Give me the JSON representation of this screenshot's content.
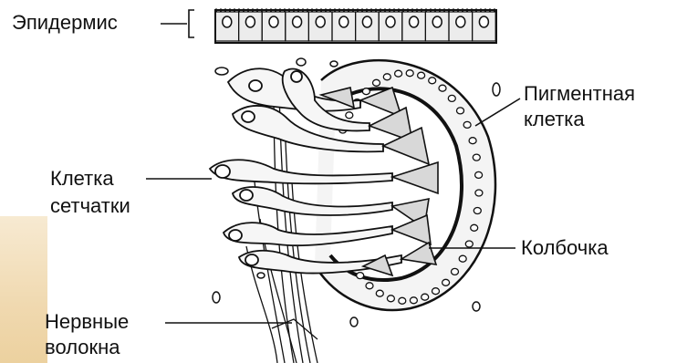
{
  "labels": {
    "epidermis": "Эпидермис",
    "pigment_line1": "Пигментная",
    "pigment_line2": "клетка",
    "retina_line1": "Клетка",
    "retina_line2": "сетчатки",
    "cone": "Колбочка",
    "nerve_line1": "Нервные",
    "nerve_line2": "волокна"
  },
  "colors": {
    "ink": "#111111",
    "epidermis_fill": "#e9e9e9",
    "cell_fill": "#f3f3f3",
    "strip": "#f0d9b0"
  }
}
